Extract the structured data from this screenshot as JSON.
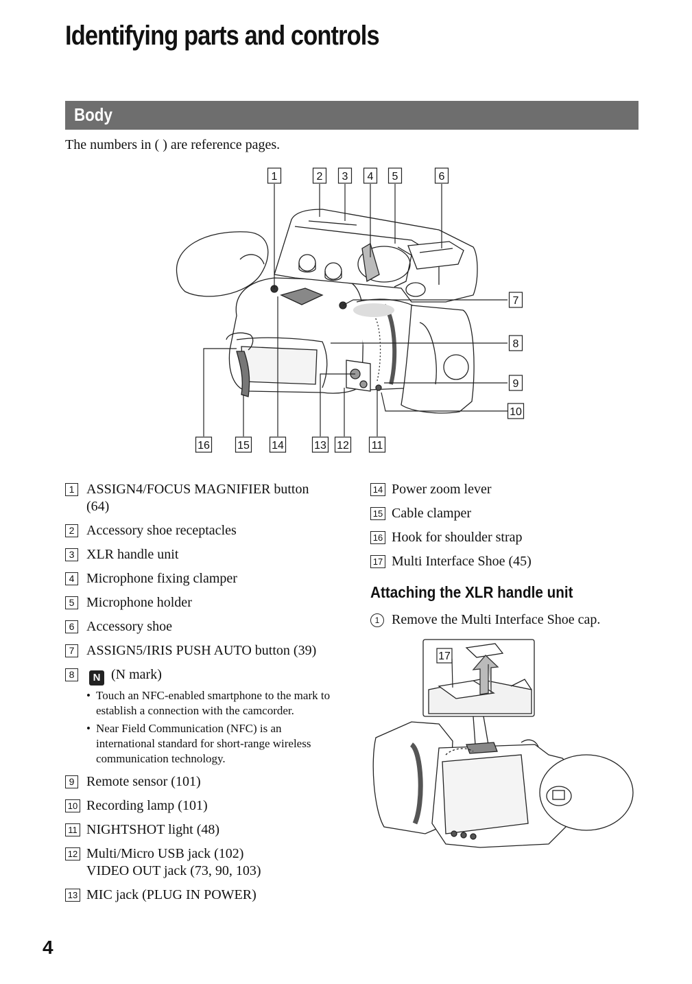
{
  "page": {
    "title": "Identifying parts and controls",
    "section": "Body",
    "intro": "The numbers in ( ) are reference pages.",
    "page_number": "4"
  },
  "diagram": {
    "callouts": [
      "1",
      "2",
      "3",
      "4",
      "5",
      "6",
      "7",
      "8",
      "9",
      "10",
      "11",
      "12",
      "13",
      "14",
      "15",
      "16"
    ]
  },
  "parts_left": [
    {
      "num": "1",
      "text": "ASSIGN4/FOCUS MAGNIFIER button (64)"
    },
    {
      "num": "2",
      "text": "Accessory shoe receptacles"
    },
    {
      "num": "3",
      "text": "XLR handle unit"
    },
    {
      "num": "4",
      "text": "Microphone fixing clamper"
    },
    {
      "num": "5",
      "text": "Microphone holder"
    },
    {
      "num": "6",
      "text": "Accessory shoe"
    },
    {
      "num": "7",
      "text": "ASSIGN5/IRIS PUSH AUTO button (39)"
    }
  ],
  "part8": {
    "num": "8",
    "icon": "n-mark-icon",
    "icon_glyph": "N",
    "text": "(N mark)",
    "bullets": [
      "Touch an NFC-enabled smartphone to the mark to establish a connection with the camcorder.",
      "Near Field Communication (NFC) is an international standard for short-range wireless communication technology."
    ]
  },
  "parts_left2": [
    {
      "num": "9",
      "text": "Remote sensor (101)"
    },
    {
      "num": "10",
      "text": "Recording lamp (101)"
    },
    {
      "num": "11",
      "text": "NIGHTSHOT light (48)"
    },
    {
      "num": "12",
      "line1": "Multi/Micro USB jack (102)",
      "line2": "VIDEO OUT jack (73, 90, 103)"
    },
    {
      "num": "13",
      "text": "MIC jack (PLUG IN POWER)"
    }
  ],
  "parts_right": [
    {
      "num": "14",
      "text": "Power zoom lever"
    },
    {
      "num": "15",
      "text": "Cable clamper"
    },
    {
      "num": "16",
      "text": "Hook for shoulder strap"
    },
    {
      "num": "17",
      "text": "Multi Interface Shoe (45)"
    }
  ],
  "attach": {
    "heading": "Attaching the XLR handle unit",
    "step_num": "1",
    "step_text": "Remove the Multi Interface Shoe cap.",
    "callout": "17"
  }
}
